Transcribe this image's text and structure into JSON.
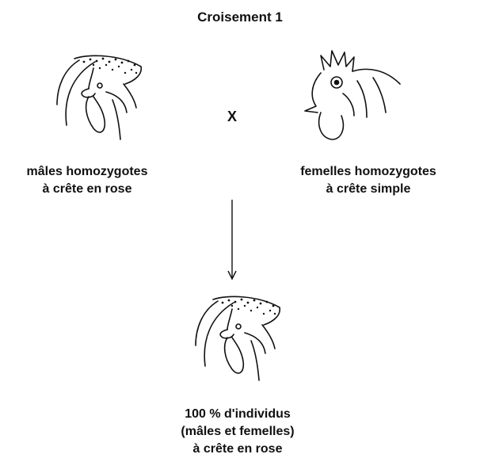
{
  "diagram": {
    "title": "Croisement 1",
    "cross_symbol": "X",
    "parent_male_label": "mâles  homozygotes\nà crête en rose",
    "parent_female_label": "femelles  homozygotes\nà crête simple",
    "offspring_label": "100 %  d'individus\n(mâles et femelles)\nà crête en rose"
  },
  "icons": {
    "male_rooster": "rooster-rose-comb-icon",
    "female_hen": "hen-single-comb-icon",
    "offspring_rooster": "rooster-rose-comb-icon"
  },
  "colors": {
    "ink": "#111111",
    "background": "#ffffff"
  }
}
